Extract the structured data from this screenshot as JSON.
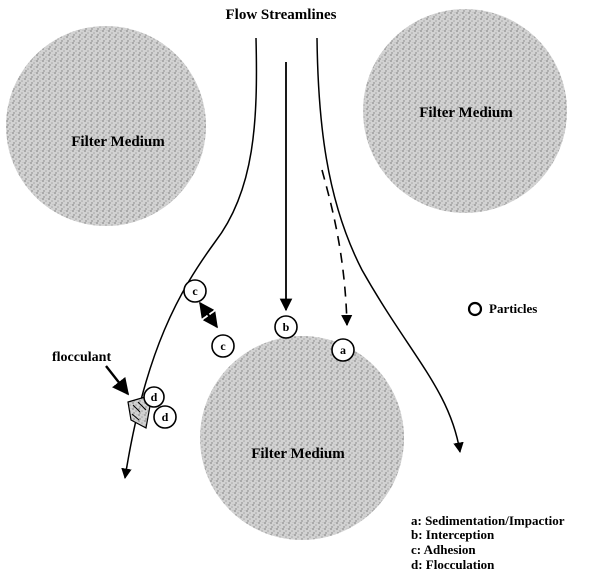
{
  "title": "Flow Streamlines",
  "filter_media": [
    {
      "label": "Filter Medium"
    },
    {
      "label": "Filter Medium"
    },
    {
      "label": "Filter Medium"
    }
  ],
  "particles_label": "Particles",
  "flocculant_label": "flocculant",
  "particle_letters": {
    "a": "a",
    "b": "b",
    "c": "c",
    "d": "d"
  },
  "legend": [
    "a: Sedimentation/Impactior",
    "b: Interception",
    "c: Adhesion",
    "d: Flocculation"
  ],
  "colors": {
    "medium": "#c9c9c9",
    "medium_dark": "#9a9a9a",
    "line": "#000000"
  }
}
